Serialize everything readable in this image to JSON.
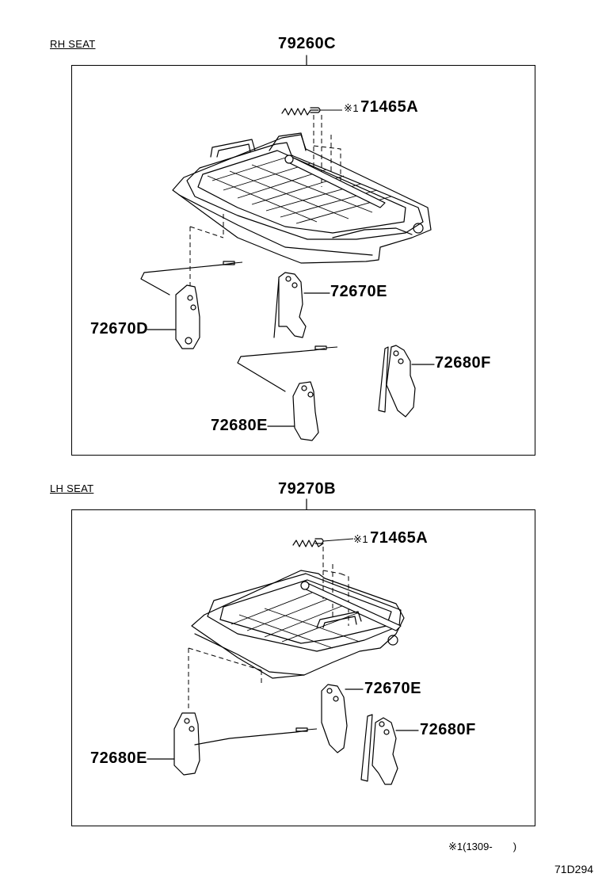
{
  "rh": {
    "section_label": "RH SEAT",
    "assembly_no": "79260C",
    "parts": {
      "spring": {
        "mark": "※1",
        "code": "71465A"
      },
      "adjuster_a": "72670D",
      "adjuster_b": "72670E",
      "adjuster_c": "72680F",
      "adjuster_d": "72680E"
    }
  },
  "lh": {
    "section_label": "LH SEAT",
    "assembly_no": "79270B",
    "parts": {
      "spring": {
        "mark": "※1",
        "code": "71465A"
      },
      "adjuster_a": "72670E",
      "adjuster_b": "72680F",
      "adjuster_c": "72680E"
    }
  },
  "footnote": {
    "mark": "※1",
    "range": "(1309-　　)"
  },
  "figure_id": "71D294"
}
